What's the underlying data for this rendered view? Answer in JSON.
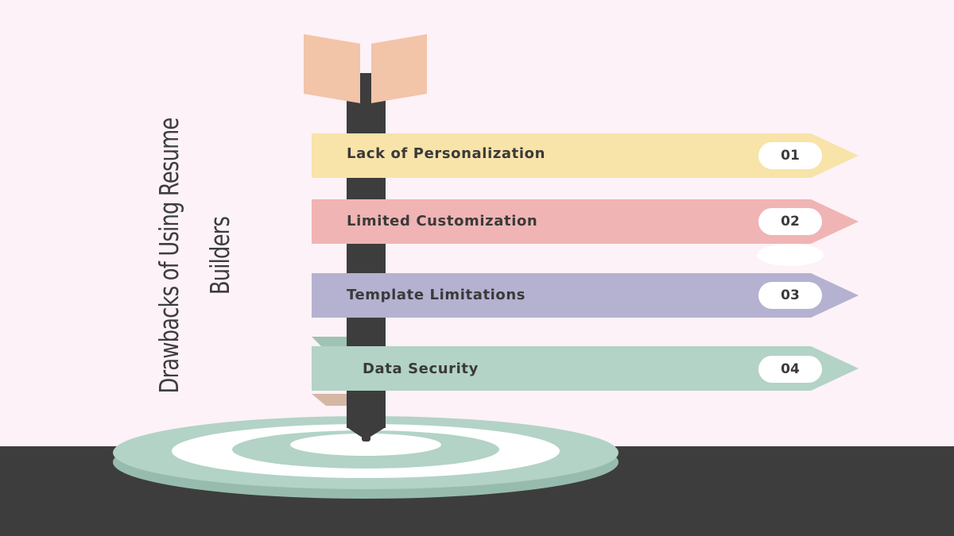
{
  "title": {
    "line1": "Drawbacks of Using Resume",
    "line2": "Builders"
  },
  "items": [
    {
      "label": "Lack of Personalization",
      "number": "01",
      "color": "#f8e3a9"
    },
    {
      "label": "Limited Customization",
      "number": "02",
      "color": "#f0b4b4"
    },
    {
      "label": "Template Limitations",
      "number": "03",
      "color": "#b5b1d0"
    },
    {
      "label": "Data Security",
      "number": "04",
      "color": "#b2d3c6"
    }
  ],
  "colors": {
    "background": "#fdf2f7",
    "ground": "#3d3d3d",
    "arrow_shaft": "#3d3d3d",
    "arrow_fletching": "#f2c4a8",
    "target_ring": "#b2d3c6",
    "target_light": "#ffffff"
  }
}
